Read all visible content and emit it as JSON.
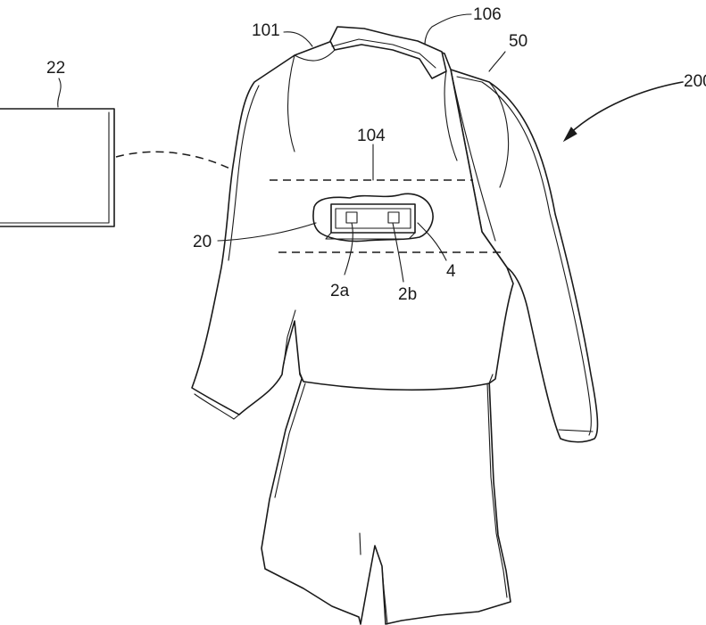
{
  "labels": {
    "device": "22",
    "garment_top": "101",
    "collar": "106",
    "sleeve": "50",
    "assembly": "200",
    "band": "104",
    "sensor_unit": "20",
    "sensor_a": "2a",
    "sensor_b": "2b",
    "housing": "4"
  }
}
